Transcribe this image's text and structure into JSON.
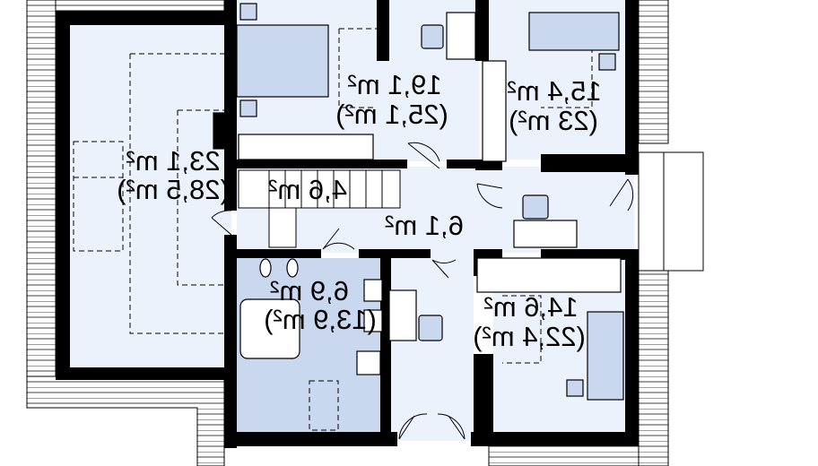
{
  "colors": {
    "wall": "#000000",
    "floor": "#ecf2fb",
    "fixture": "#cad8ef",
    "roof_tile_line": "#000000",
    "background": "#ffffff"
  },
  "rooms": [
    {
      "id": "room-large-left",
      "area": "23,1 m",
      "gross_area": "(28,5 m",
      "sup": "2"
    },
    {
      "id": "room-top-center",
      "area": "19,1 m",
      "gross_area": "(25,1 m",
      "sup": "2"
    },
    {
      "id": "room-top-right",
      "area": "15,4 m",
      "gross_area": "(23 m",
      "sup": "2"
    },
    {
      "id": "room-stair",
      "area": "4,6 m",
      "sup": "2"
    },
    {
      "id": "room-hall",
      "area": "6,1 m",
      "sup": "2"
    },
    {
      "id": "room-bath",
      "area": "6,9 m",
      "gross_area": "(13,9 m",
      "sup": "2"
    },
    {
      "id": "room-bottom-right",
      "area": "14,6 m",
      "gross_area": "(22,4 m",
      "sup": "2"
    }
  ],
  "labels": {
    "large_left_area": "23,1 m²",
    "large_left_gross": "(28,5 m²)",
    "top_center_area": "19,1 m²",
    "top_center_gross": "(25,1 m²)",
    "top_right_area": "15,4 m²",
    "top_right_gross": "(23 m²)",
    "stair_area": "4,6 m²",
    "hall_area": "6,1 m²",
    "bath_area": "6,9 m²",
    "bath_gross": "(13,9 m²)",
    "bottom_right_area": "14,6 m²",
    "bottom_right_gross": "(22,4 m²)"
  }
}
